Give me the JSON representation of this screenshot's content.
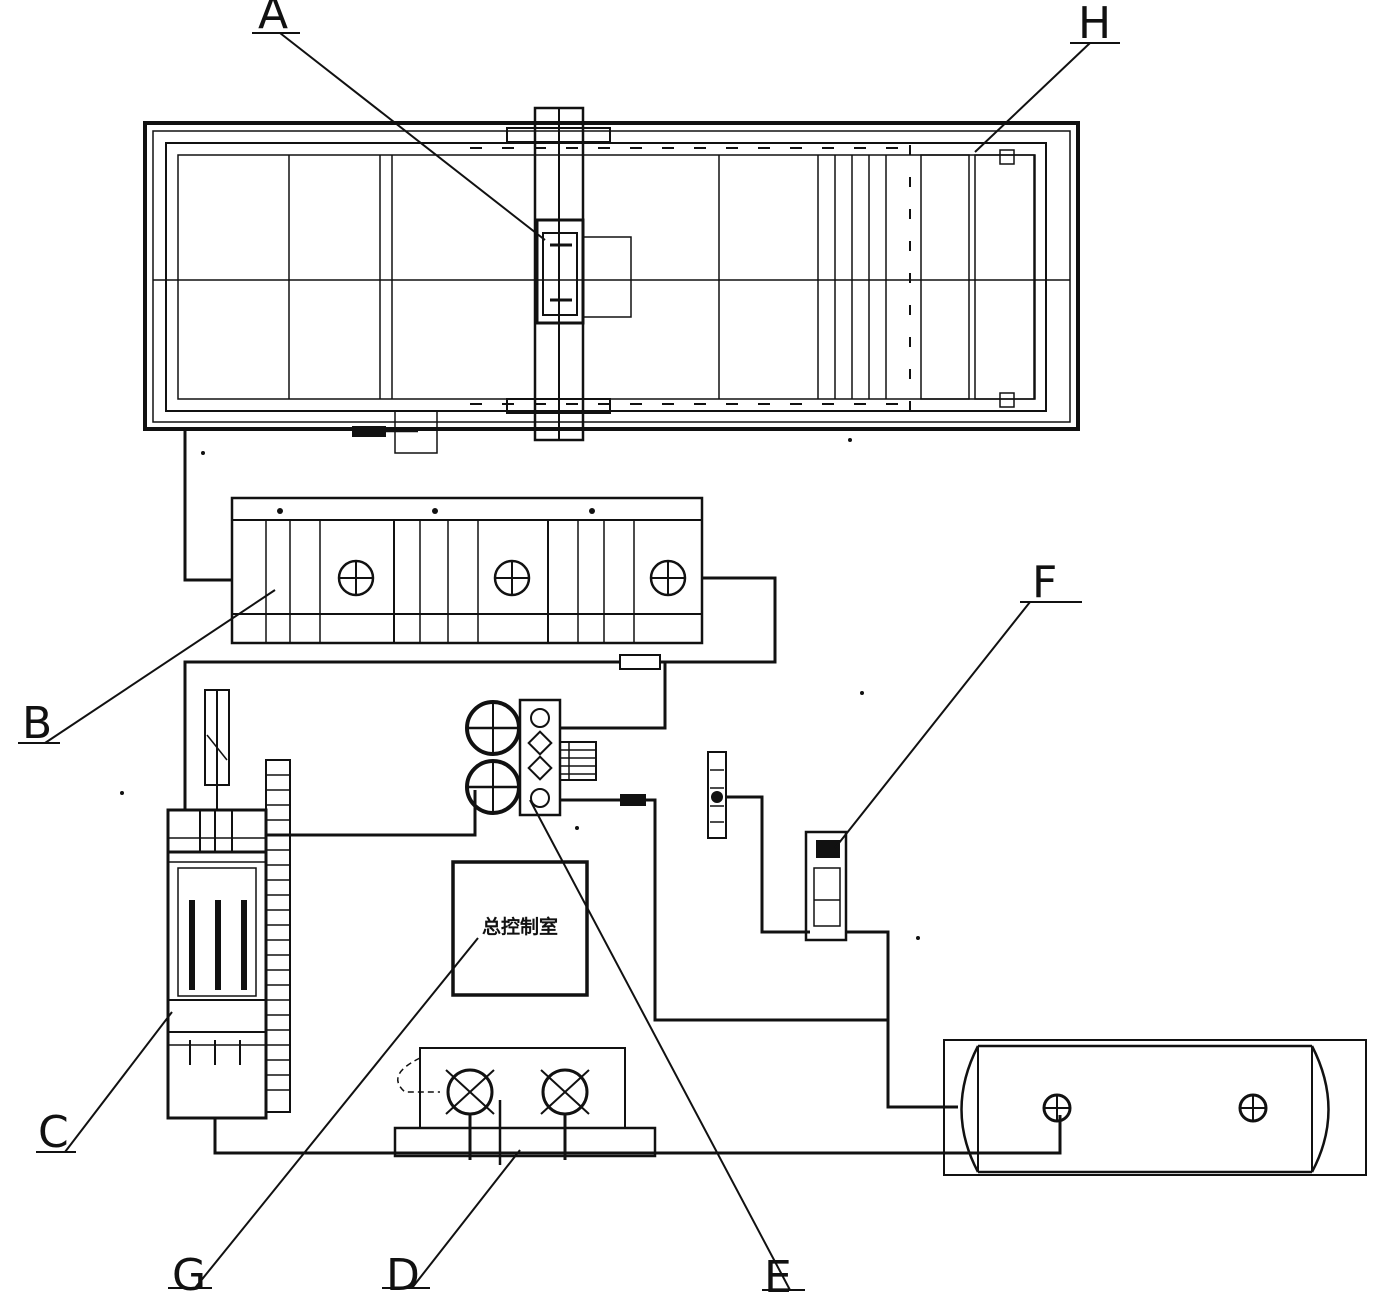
{
  "labels": {
    "A": "A",
    "B": "B",
    "C": "C",
    "D": "D",
    "E": "E",
    "F": "F",
    "G": "G",
    "H": "H"
  },
  "control_room_text": "总控制室",
  "colors": {
    "line": "#111111",
    "background": "#ffffff"
  }
}
